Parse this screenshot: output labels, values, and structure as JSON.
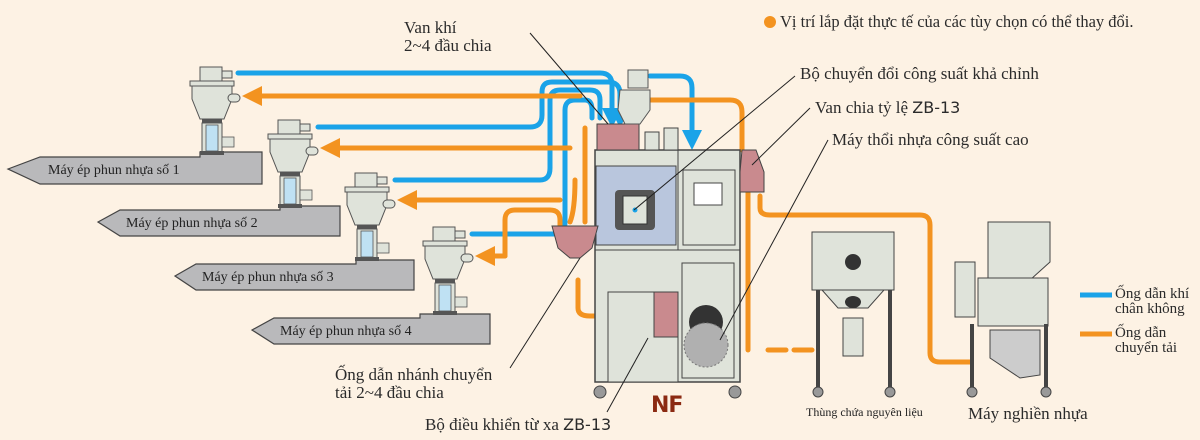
{
  "note": {
    "marker": "orange-dot",
    "text": "Vị trí lắp đặt thực tế của các tùy chọn có thể thay đổi."
  },
  "colors": {
    "background": "#fdf2e4",
    "vacuum_line": "#1aa3e8",
    "transport_line": "#f39320",
    "machine_body": "#dfe3da",
    "injection_machine": "#b9b9bb",
    "valve": "#c98a8e",
    "panel": "#b9c6dd",
    "brand": "#8b2a12"
  },
  "callouts": {
    "air_valve_line1": "Van khí",
    "air_valve_line2": "2~4 đầu chia",
    "power_converter": "Bộ chuyển đổi công suất khả chỉnh",
    "ratio_valve_text": "Van chia tỷ lệ",
    "ratio_valve_code": "ZB-13",
    "blower": "Máy thổi nhựa công suất cao",
    "branch_pipe_line1": "Ống dẫn nhánh chuyển",
    "branch_pipe_line2": "tải 2~4 đầu chia",
    "remote_text": "Bộ điều khiển từ xa",
    "remote_code": "ZB-13"
  },
  "machines": [
    {
      "label": "Máy ép phun nhựa số 1"
    },
    {
      "label": "Máy ép phun nhựa số 2"
    },
    {
      "label": "Máy ép phun nhựa số 3"
    },
    {
      "label": "Máy ép phun nhựa số 4"
    }
  ],
  "main_unit": {
    "label": "NF"
  },
  "hopper": {
    "label": "Thùng chứa nguyên liệu"
  },
  "granulator": {
    "label": "Máy nghiền nhựa"
  },
  "legend": [
    {
      "line": "vacuum",
      "line1": "Ống dẫn khí",
      "line2": "chân không"
    },
    {
      "line": "transport",
      "line1": "Ống dẫn",
      "line2": "chuyển tải"
    }
  ]
}
